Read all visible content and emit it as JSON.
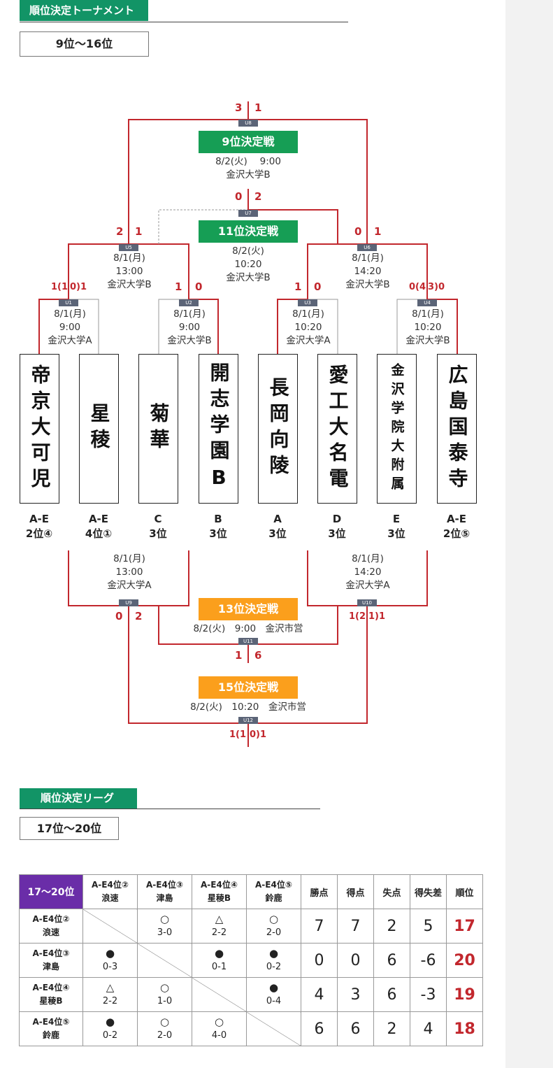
{
  "tournament": {
    "section_label": "順位決定トーナメント",
    "range_label": "9位〜16位",
    "teams": [
      {
        "name": "帝京大可児",
        "seed_line1": "A-E",
        "seed_line2": "2位④"
      },
      {
        "name": "星稜",
        "seed_line1": "A-E",
        "seed_line2": "4位①"
      },
      {
        "name": "菊華",
        "seed_line1": "C",
        "seed_line2": "3位"
      },
      {
        "name": "開志学園B",
        "seed_line1": "B",
        "seed_line2": "3位"
      },
      {
        "name": "長岡向陵",
        "seed_line1": "A",
        "seed_line2": "3位"
      },
      {
        "name": "愛工大名電",
        "seed_line1": "D",
        "seed_line2": "3位"
      },
      {
        "name": "金沢学院大附属",
        "seed_line1": "E",
        "seed_line2": "3位"
      },
      {
        "name": "広島国泰寺",
        "seed_line1": "A-E",
        "seed_line2": "2位⑤"
      }
    ],
    "matches": {
      "U1": {
        "code": "U1",
        "date": "8/1(月)",
        "time": "9:00",
        "venue": "金沢大学A",
        "score_left": "1(1",
        "score_right": "0)1"
      },
      "U2": {
        "code": "U2",
        "date": "8/1(月)",
        "time": "9:00",
        "venue": "金沢大学B",
        "score_left": "1",
        "score_right": "0"
      },
      "U3": {
        "code": "U3",
        "date": "8/1(月)",
        "time": "10:20",
        "venue": "金沢大学A",
        "score_left": "1",
        "score_right": "0"
      },
      "U4": {
        "code": "U4",
        "date": "8/1(月)",
        "time": "10:20",
        "venue": "金沢大学B",
        "score_left": "0(4",
        "score_right": "3)0"
      },
      "U5": {
        "code": "U5",
        "date": "8/1(月)",
        "time": "13:00",
        "venue": "金沢大学B",
        "score_left": "2",
        "score_right": "1"
      },
      "U6": {
        "code": "U6",
        "date": "8/1(月)",
        "time": "14:20",
        "venue": "金沢大学B",
        "score_left": "0",
        "score_right": "1"
      },
      "U7": {
        "code": "U7",
        "title": "11位決定戦",
        "date": "8/2(火)",
        "time": "10:20",
        "venue": "金沢大学B",
        "score_left": "0",
        "score_right": "2"
      },
      "U8": {
        "code": "U8",
        "title": "9位決定戦",
        "datetime": "8/2(火)　 9:00",
        "venue": "金沢大学B",
        "score_left": "3",
        "score_right": "1"
      },
      "U9": {
        "code": "U9",
        "date": "8/1(月)",
        "time": "13:00",
        "venue": "金沢大学A",
        "score_left": "0",
        "score_right": "2"
      },
      "U10": {
        "code": "U10",
        "date": "8/1(月)",
        "time": "14:20",
        "venue": "金沢大学A",
        "score_left": "1(2",
        "score_right": "1)1"
      },
      "U11": {
        "code": "U11",
        "title": "13位決定戦",
        "info": "8/2(火)　9:00　金沢市営",
        "score_left": "1",
        "score_right": "6"
      },
      "U12": {
        "code": "U12",
        "title": "15位決定戦",
        "info": "8/2(火)　10:20　金沢市営",
        "score_left": "1(1",
        "score_right": "0)1"
      }
    },
    "colors": {
      "win_line": "#c2272d",
      "lose_line": "#999999",
      "green_label": "#169e55",
      "orange_label": "#fb9f1c",
      "score": "#c2272d"
    }
  },
  "league": {
    "section_label": "順位決定リーグ",
    "range_label": "17位〜20位",
    "corner": "17〜20位",
    "columns": [
      {
        "seed": "A-E4位②",
        "name": "浪速"
      },
      {
        "seed": "A-E4位③",
        "name": "津島"
      },
      {
        "seed": "A-E4位④",
        "name": "星稜B"
      },
      {
        "seed": "A-E4位⑤",
        "name": "鈴鹿"
      }
    ],
    "stat_headers": [
      "勝点",
      "得点",
      "失点",
      "得失差",
      "順位"
    ],
    "rows": [
      {
        "seed": "A-E4位②",
        "name": "浪速",
        "results": [
          null,
          {
            "sym": "○",
            "score": "3-0"
          },
          {
            "sym": "△",
            "score": "2-2"
          },
          {
            "sym": "○",
            "score": "2-0"
          }
        ],
        "stats": [
          "7",
          "7",
          "2",
          "5"
        ],
        "rank": "17"
      },
      {
        "seed": "A-E4位③",
        "name": "津島",
        "results": [
          {
            "sym": "●",
            "score": "0-3"
          },
          null,
          {
            "sym": "●",
            "score": "0-1"
          },
          {
            "sym": "●",
            "score": "0-2"
          }
        ],
        "stats": [
          "0",
          "0",
          "6",
          "-6"
        ],
        "rank": "20"
      },
      {
        "seed": "A-E4位④",
        "name": "星稜B",
        "results": [
          {
            "sym": "△",
            "score": "2-2"
          },
          {
            "sym": "○",
            "score": "1-0"
          },
          null,
          {
            "sym": "●",
            "score": "0-4"
          }
        ],
        "stats": [
          "4",
          "3",
          "6",
          "-3"
        ],
        "rank": "19"
      },
      {
        "seed": "A-E4位⑤",
        "name": "鈴鹿",
        "results": [
          {
            "sym": "●",
            "score": "0-2"
          },
          {
            "sym": "○",
            "score": "2-0"
          },
          {
            "sym": "○",
            "score": "4-0"
          },
          null
        ],
        "stats": [
          "6",
          "6",
          "2",
          "4"
        ],
        "rank": "18"
      }
    ],
    "colors": {
      "corner_bg": "#6a2da8",
      "rank": "#c2272d"
    }
  }
}
